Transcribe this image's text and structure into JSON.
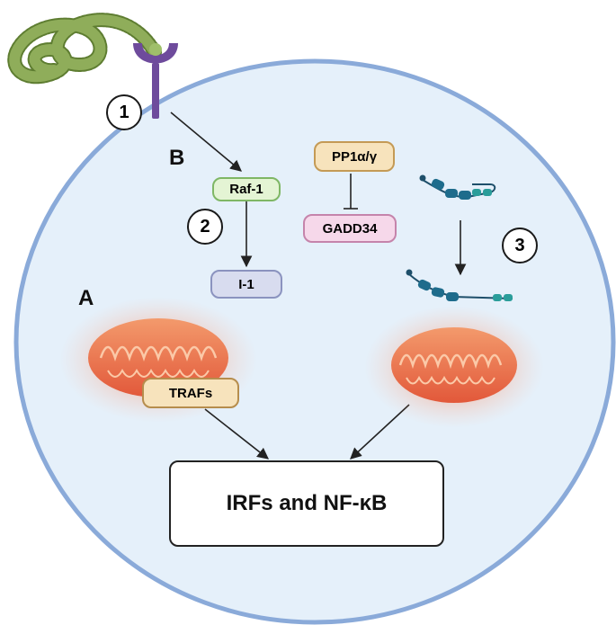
{
  "labels": {
    "panel_a": "A",
    "panel_b": "B",
    "step_1": "1",
    "step_2": "2",
    "step_3": "3"
  },
  "nodes": {
    "raf1": "Raf-1",
    "i1": "I-1",
    "pp1": "PP1α/γ",
    "gadd34": "GADD34",
    "trafs": "TRAFs",
    "outcome": "IRFs and NF-κB"
  },
  "icons": {
    "virus": "filovirus-icon",
    "receptor": "receptor-icon",
    "mitochondrion": "mitochondrion-icon",
    "protein_chain": "protein-chain-icon"
  },
  "colors": {
    "cell_fill": "#e5f0fa",
    "cell_border": "#8aaad9",
    "raf1_fill": "#e4f4d4",
    "raf1_border": "#7fb765",
    "i1_fill": "#d8dcef",
    "i1_border": "#8b93bf",
    "pp1_fill": "#f7e3bc",
    "pp1_border": "#c49a55",
    "gadd34_fill": "#f6d8ea",
    "gadd34_border": "#c584ab",
    "traf_fill": "#f7e3bc",
    "traf_border": "#b68d4d",
    "mitochondrion": "#ec6f45",
    "protein": "#1e6c8c",
    "virus": "#7c9a4a",
    "receptor": "#6e4b9c"
  }
}
